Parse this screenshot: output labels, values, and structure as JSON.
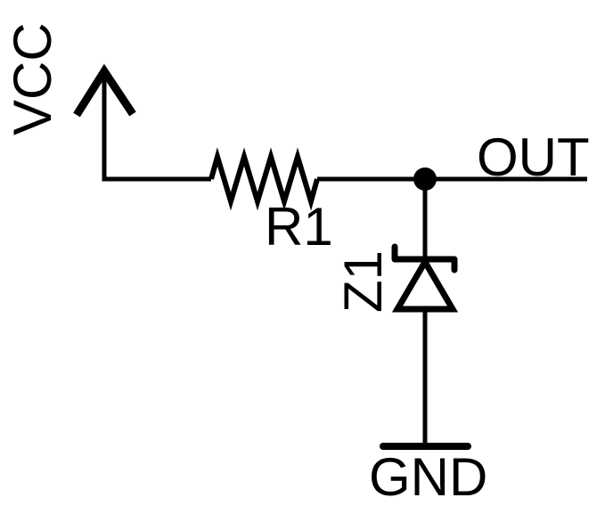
{
  "diagram": {
    "type": "circuit-schematic",
    "background_color": "#ffffff",
    "stroke_color": "#000000",
    "labels": {
      "power": "VCC",
      "resistor": "R1",
      "net": "OUT",
      "zener": "Z1",
      "ground": "GND"
    },
    "components": [
      {
        "ref": "VCC",
        "kind": "power-flag-arrow"
      },
      {
        "ref": "R1",
        "kind": "resistor-zigzag"
      },
      {
        "ref": "Z1",
        "kind": "zener-diode"
      },
      {
        "ref": "GND",
        "kind": "ground-bar"
      },
      {
        "ref": "OUT",
        "kind": "net-label"
      }
    ]
  }
}
